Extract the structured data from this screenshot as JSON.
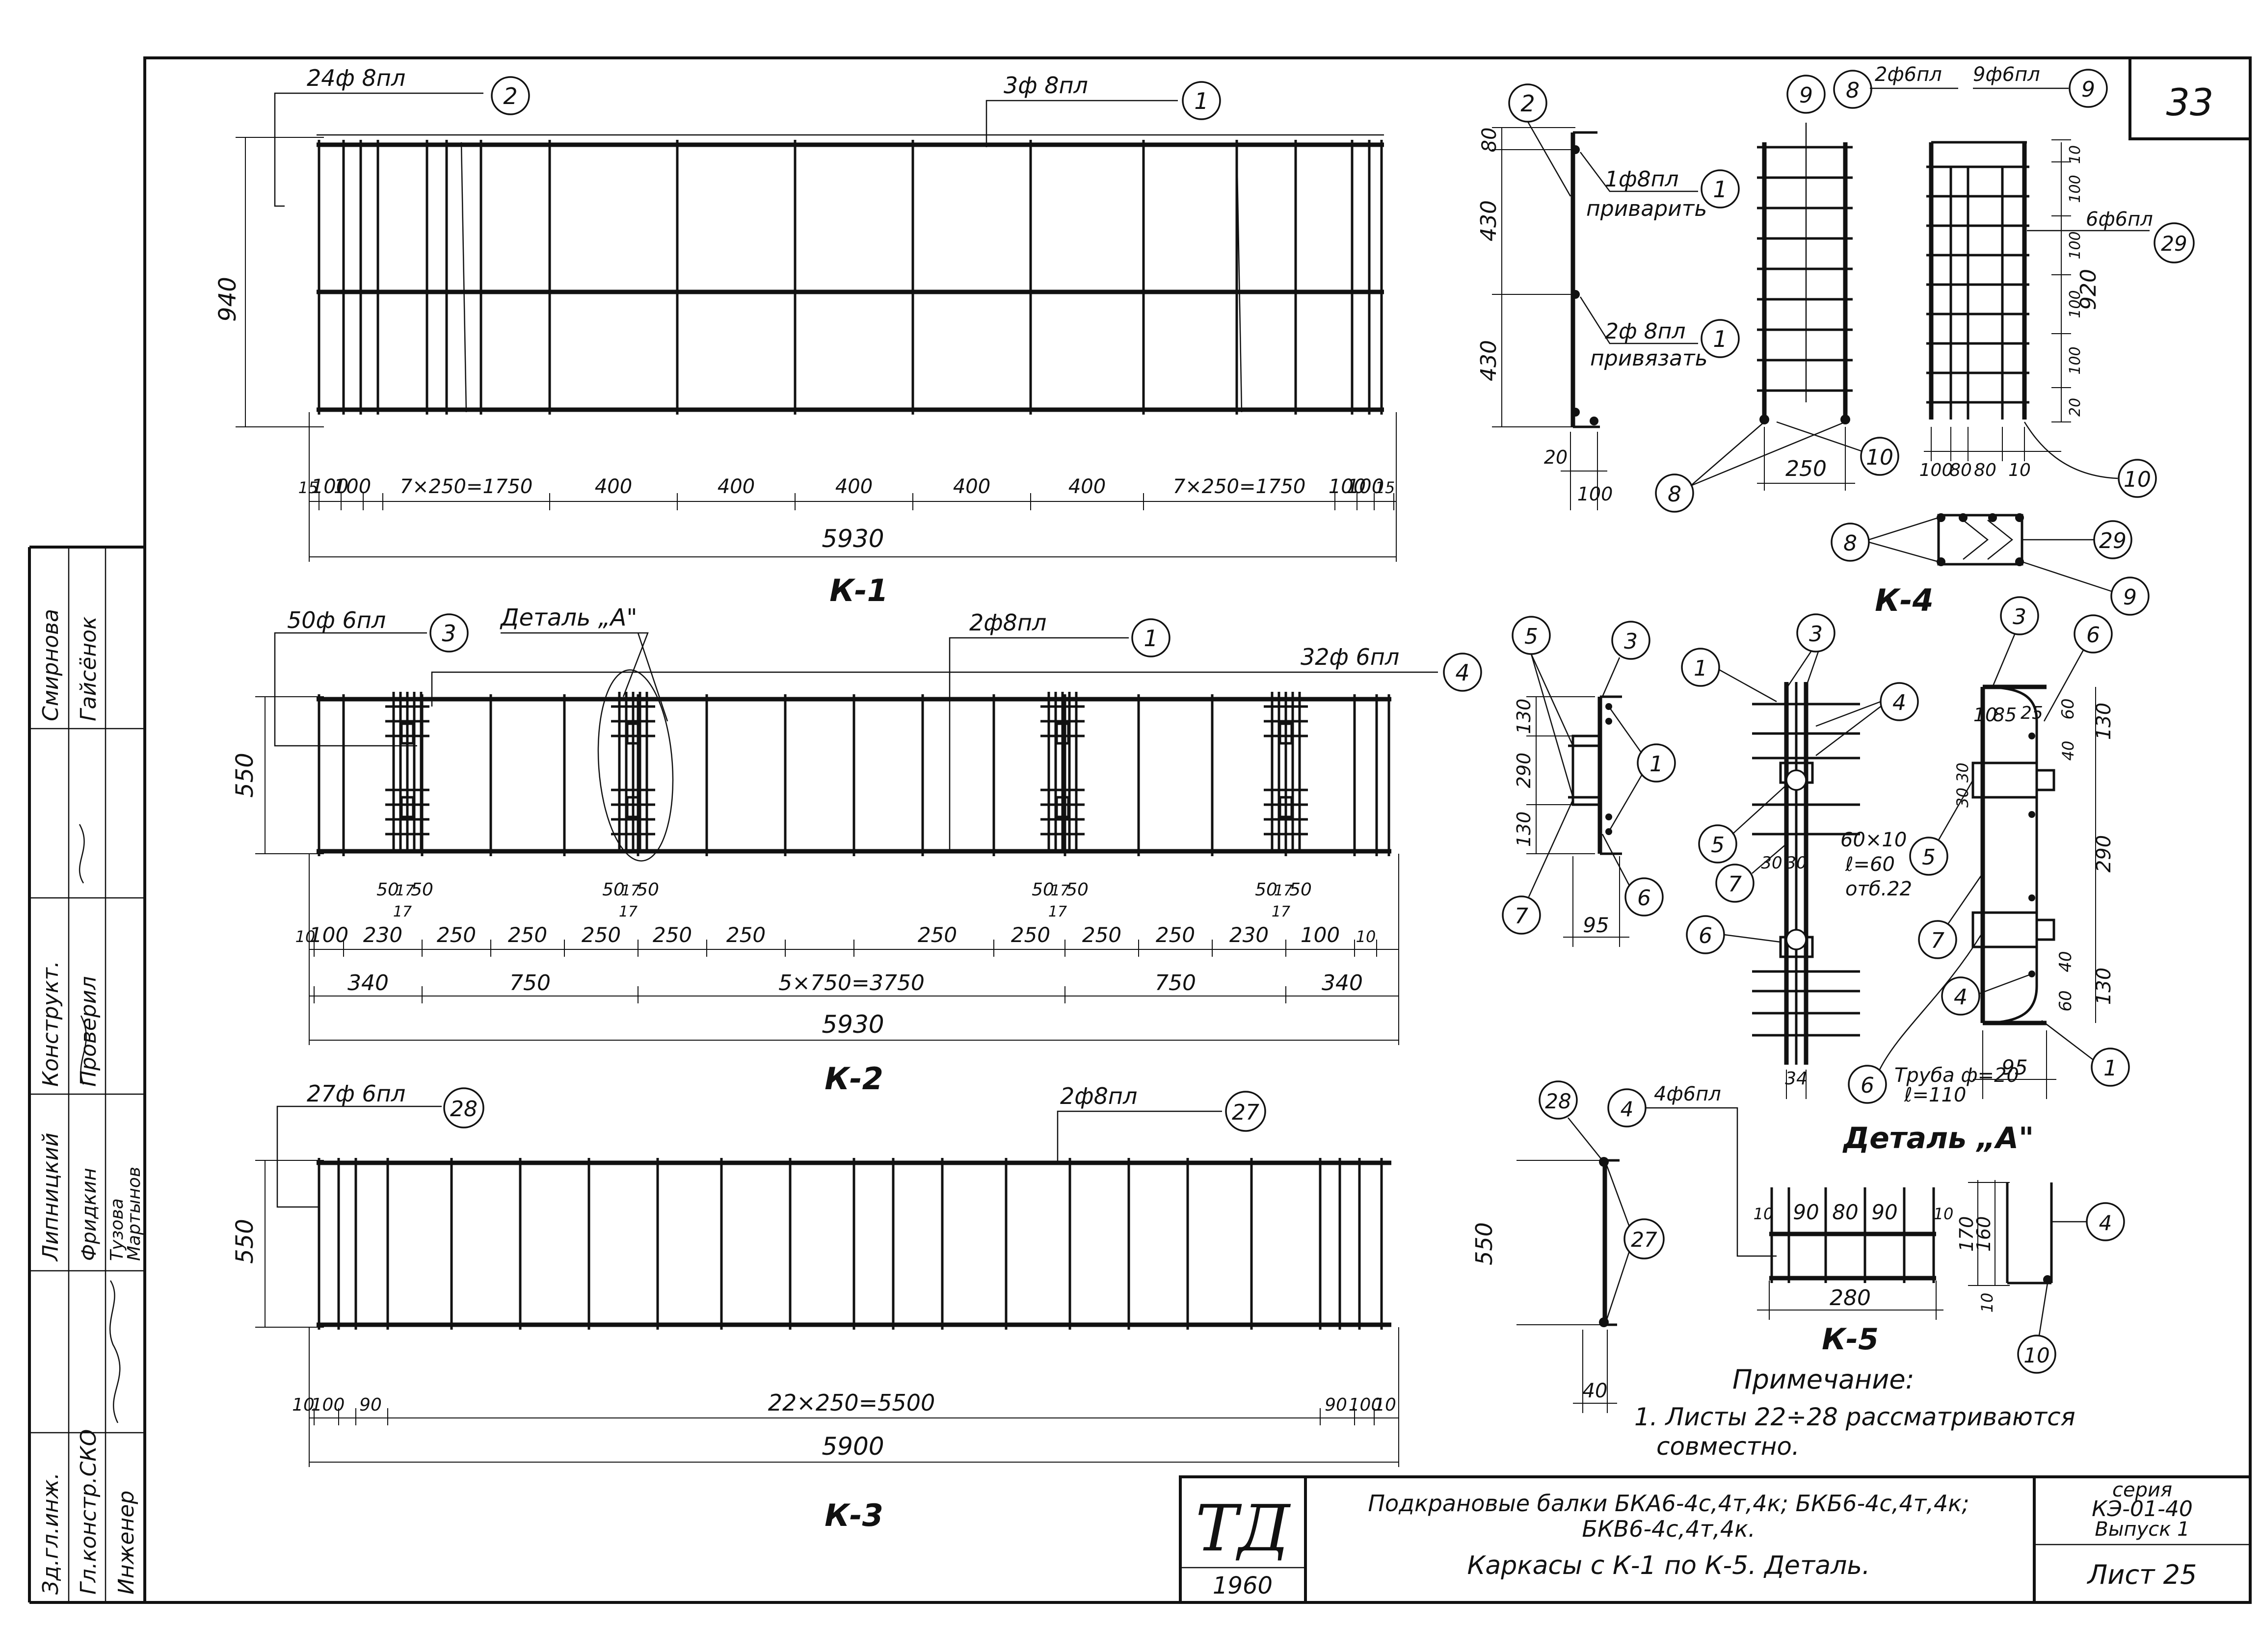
{
  "sheet": {
    "corner_number": "33",
    "series_label": "серия",
    "series_code": "КЭ-01-40",
    "issue": "Выпуск 1",
    "sheet_no": "Лист 25",
    "td_mark": "ТД",
    "year": "1960",
    "title_line1": "Подкрановые балки БКА6-4с,4т,4к; БКБ6-4с,4т,4к;",
    "title_line2": "БКВ6-4с,4т,4к.",
    "title_line3": "Каркасы с К-1 по К-5. Деталь."
  },
  "stamp": {
    "roles": [
      "Зд.гл.инж.",
      "Гл.констр.СКО",
      "Инженер"
    ],
    "names": [
      "Липницкий",
      "Фридкин",
      "Тузова",
      "Мартынов"
    ],
    "roles2": [
      "Конструкт.",
      "Проверил"
    ],
    "names2": [
      "Смирнова",
      "Гайсёнок"
    ]
  },
  "k1": {
    "title": "К-1",
    "callout_left": "24ф 8пл",
    "callout_left_no": "2",
    "callout_right": "3ф 8пл",
    "callout_right_no": "1",
    "height": "940",
    "dims": [
      "15",
      "100",
      "100",
      "7×250=1750",
      "400",
      "400",
      "400",
      "400",
      "400",
      "7×250=1750",
      "100",
      "100",
      "15"
    ],
    "total": "5930"
  },
  "k2": {
    "title": "К-2",
    "callout_a": "50ф 6пл",
    "callout_a_no": "3",
    "detail": "Деталь „А\"",
    "callout_b": "2ф8пл",
    "callout_b_no": "1",
    "callout_c": "32ф 6пл",
    "callout_c_no": "4",
    "height": "550",
    "dims": [
      "10",
      "100",
      "230",
      "250",
      "250",
      "250",
      "250",
      "250",
      "250",
      "250",
      "250",
      "250",
      "230",
      "100",
      "10"
    ],
    "insert_dims": [
      "50",
      "17",
      "50"
    ],
    "insert_sub": "17",
    "dims2": [
      "340",
      "750",
      "5×750=3750",
      "750",
      "340"
    ],
    "total": "5930"
  },
  "k3": {
    "title": "К-3",
    "callout_a": "27ф 6пл",
    "callout_a_no": "28",
    "callout_b": "2ф8пл",
    "callout_b_no": "27",
    "height": "550",
    "dims": [
      "10",
      "100",
      "90",
      "22×250=5500",
      "90",
      "100",
      "10"
    ],
    "total": "5900"
  },
  "sec_k1": {
    "no_top": "2",
    "c1": "1ф8пл",
    "c1_sub": "приварить",
    "c1_no": "1",
    "c2": "2ф 8пл",
    "c2_sub": "привязать",
    "c2_no": "1",
    "dims": [
      "80",
      "430",
      "430"
    ],
    "bottom": [
      "20",
      "100"
    ]
  },
  "k4": {
    "title": "К-4",
    "labels_top": [
      "9",
      "8",
      "2ф6пл",
      "9ф6пл",
      "9"
    ],
    "c29": "6ф6пл",
    "c29_no": "29",
    "height": "920",
    "side": [
      "10",
      "100",
      "100",
      "100",
      "100",
      "20"
    ],
    "width_a": "250",
    "dims_b": [
      "100",
      "80",
      "80",
      "10"
    ],
    "no8": "8",
    "no10": "10",
    "sec_nos": [
      "8",
      "29",
      "9"
    ]
  },
  "k2_sec": {
    "nos": [
      "5",
      "3",
      "1",
      "6",
      "7"
    ],
    "dims": [
      "130",
      "290",
      "130"
    ],
    "width": "95"
  },
  "detail_a": {
    "title": "Деталь „А\"",
    "nos_left": [
      "3",
      "1",
      "4",
      "5",
      "7",
      "6"
    ],
    "nos_right": [
      "3",
      "6",
      "5",
      "7",
      "4",
      "1",
      "6"
    ],
    "plate": "60×10",
    "plate_l": "ℓ=60",
    "plate_ref": "отб.22",
    "pipe": "Труба ф=20",
    "pipe_l": "ℓ=110",
    "dims_left": [
      "30",
      "30",
      "34"
    ],
    "dims_right": [
      "10",
      "85",
      "25",
      "60",
      "130",
      "290",
      "40",
      "60",
      "130",
      "95",
      "40",
      "30 30"
    ]
  },
  "k3_sec": {
    "nos": [
      "28",
      "27"
    ],
    "height": "550",
    "width": "40"
  },
  "k5": {
    "title": "К-5",
    "callout": "4ф6пл",
    "callout_no": "4",
    "dims": [
      "10",
      "90",
      "80",
      "90",
      "10"
    ],
    "width": "280",
    "side_dims": [
      "170",
      "160",
      "10"
    ],
    "nos": [
      "4",
      "10"
    ]
  },
  "note": {
    "heading": "Примечание:",
    "line1": "1. Листы 22÷28 рассматриваются",
    "line2": "совместно."
  }
}
